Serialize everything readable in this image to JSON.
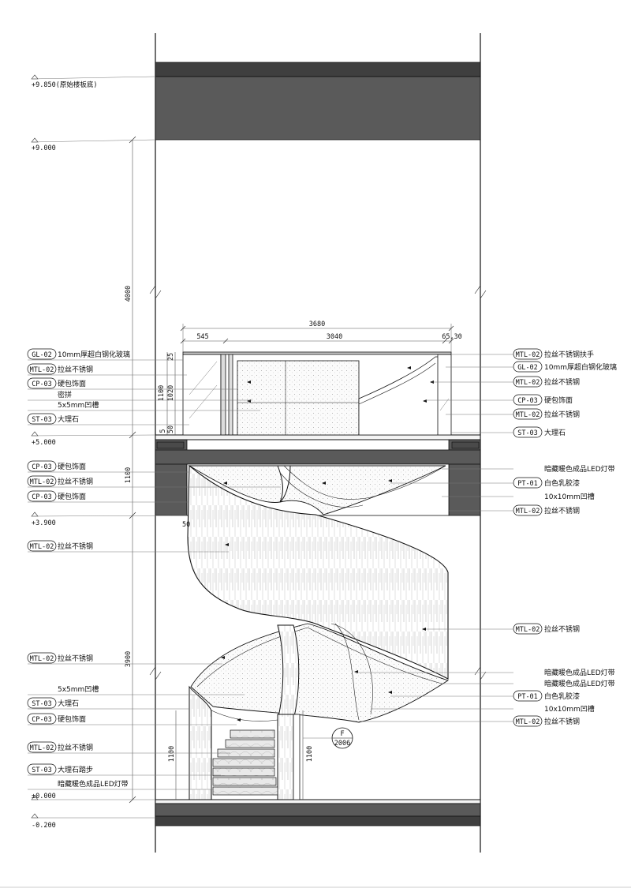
{
  "levels": [
    {
      "text": "+9.850(原始楼板底)"
    },
    {
      "text": "+9.000"
    },
    {
      "text": "+5.000"
    },
    {
      "text": "+3.900"
    },
    {
      "text": "±0.000"
    },
    {
      "text": "-0.200"
    }
  ],
  "dims": {
    "left_4000": "4000",
    "left_1100": "1100",
    "left_3900": "3900",
    "top_3680": "3680",
    "top_545": "545",
    "top_3040": "3040",
    "top_6530": "65,30",
    "rail_1100": "1100",
    "rail_1020": "1020",
    "rail_25": "25",
    "rail_50": "50",
    "rail_5": "5",
    "mid_50": "50",
    "stair_1100_left": "1100",
    "stair_1100_right": "1100"
  },
  "left_labels": [
    {
      "code": "GL-02",
      "text": "10mm厚超白钢化玻璃"
    },
    {
      "code": "MTL-02",
      "text": "拉丝不锈钢"
    },
    {
      "code": "CP-03",
      "text": "硬包饰面"
    },
    {
      "code": "",
      "text": "密拼"
    },
    {
      "code": "",
      "text": "5x5mm凹槽"
    },
    {
      "code": "ST-03",
      "text": "大理石"
    },
    {
      "code": "CP-03",
      "text": "硬包饰面"
    },
    {
      "code": "MTL-02",
      "text": "拉丝不锈钢"
    },
    {
      "code": "CP-03",
      "text": "硬包饰面"
    },
    {
      "code": "MTL-02",
      "text": "拉丝不锈钢"
    },
    {
      "code": "MTL-02",
      "text": "拉丝不锈钢"
    },
    {
      "code": "",
      "text": "5x5mm凹槽"
    },
    {
      "code": "ST-03",
      "text": "大理石"
    },
    {
      "code": "CP-03",
      "text": "硬包饰面"
    },
    {
      "code": "MTL-02",
      "text": "拉丝不锈钢"
    },
    {
      "code": "ST-03",
      "text": "大理石踏步"
    },
    {
      "code": "",
      "text": "暗藏暖色成品LED灯带"
    }
  ],
  "right_labels": [
    {
      "code": "MTL-02",
      "text": "拉丝不锈钢扶手"
    },
    {
      "code": "GL-02",
      "text": "10mm厚超白钢化玻璃"
    },
    {
      "code": "MTL-02",
      "text": "拉丝不锈钢"
    },
    {
      "code": "CP-03",
      "text": "硬包饰面"
    },
    {
      "code": "MTL-02",
      "text": "拉丝不锈钢"
    },
    {
      "code": "ST-03",
      "text": "大理石"
    },
    {
      "code": "",
      "text": "暗藏暖色成品LED灯带"
    },
    {
      "code": "PT-01",
      "text": "白色乳胶漆"
    },
    {
      "code": "",
      "text": "10x10mm凹槽"
    },
    {
      "code": "MTL-02",
      "text": "拉丝不锈钢"
    },
    {
      "code": "MTL-02",
      "text": "拉丝不锈钢"
    },
    {
      "code": "",
      "text": "暗藏暖色成品LED灯带"
    },
    {
      "code": "",
      "text": "暗藏暖色成品LED灯带"
    },
    {
      "code": "PT-01",
      "text": "白色乳胶漆"
    },
    {
      "code": "",
      "text": "10x10mm凹槽"
    },
    {
      "code": "MTL-02",
      "text": "拉丝不锈钢"
    }
  ],
  "section_marker": {
    "letter": "F",
    "sheet": "2006"
  }
}
